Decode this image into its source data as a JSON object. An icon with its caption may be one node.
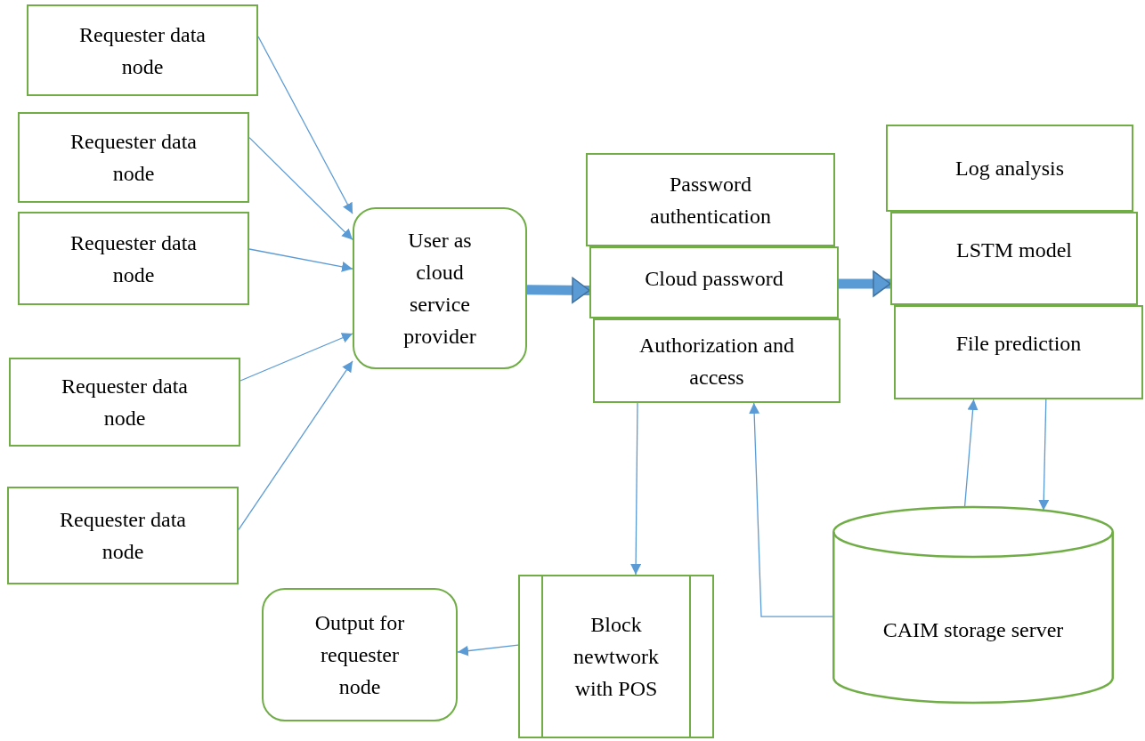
{
  "diagram": {
    "nodes": [
      {
        "text": [
          "Requester data node"
        ]
      },
      {
        "text": [
          "Requester data node"
        ]
      },
      {
        "text": [
          "Requester data node"
        ]
      },
      {
        "text": [
          "Requester data node"
        ]
      },
      {
        "text": [
          "Requester data node"
        ]
      },
      {
        "text": [
          "User as cloud service provider"
        ]
      },
      {
        "text": [
          "Password authentication"
        ]
      },
      {
        "text": [
          "Cloud password"
        ]
      },
      {
        "text": [
          "Authorization and access"
        ]
      },
      {
        "text": [
          "Log analysis"
        ]
      },
      {
        "text": [
          "LSTM model"
        ]
      },
      {
        "text": [
          "File prediction"
        ]
      },
      {
        "text": [
          "CAIM storage server"
        ]
      },
      {
        "text": [
          "Block newtwork with POS"
        ]
      },
      {
        "text": [
          "Output for requester node"
        ]
      }
    ],
    "edges": [
      {
        "from": 0,
        "to": 5,
        "arrow": "to"
      },
      {
        "from": 1,
        "to": 5,
        "arrow": "to"
      },
      {
        "from": 2,
        "to": 5,
        "arrow": "to"
      },
      {
        "from": 3,
        "to": 5,
        "arrow": "to"
      },
      {
        "from": 4,
        "to": 5,
        "arrow": "to"
      },
      {
        "from": 5,
        "to": 7,
        "arrow": "to",
        "style": "thick"
      },
      {
        "from": 7,
        "to": 10,
        "arrow": "to",
        "style": "thick"
      },
      {
        "from": 8,
        "to": 13,
        "arrow": "to"
      },
      {
        "from": 12,
        "to": 8,
        "arrow": "to"
      },
      {
        "from": 12,
        "to": 11,
        "arrow": "to"
      },
      {
        "from": 11,
        "to": 12,
        "arrow": "to"
      },
      {
        "from": 13,
        "to": 14,
        "arrow": "to"
      }
    ]
  }
}
